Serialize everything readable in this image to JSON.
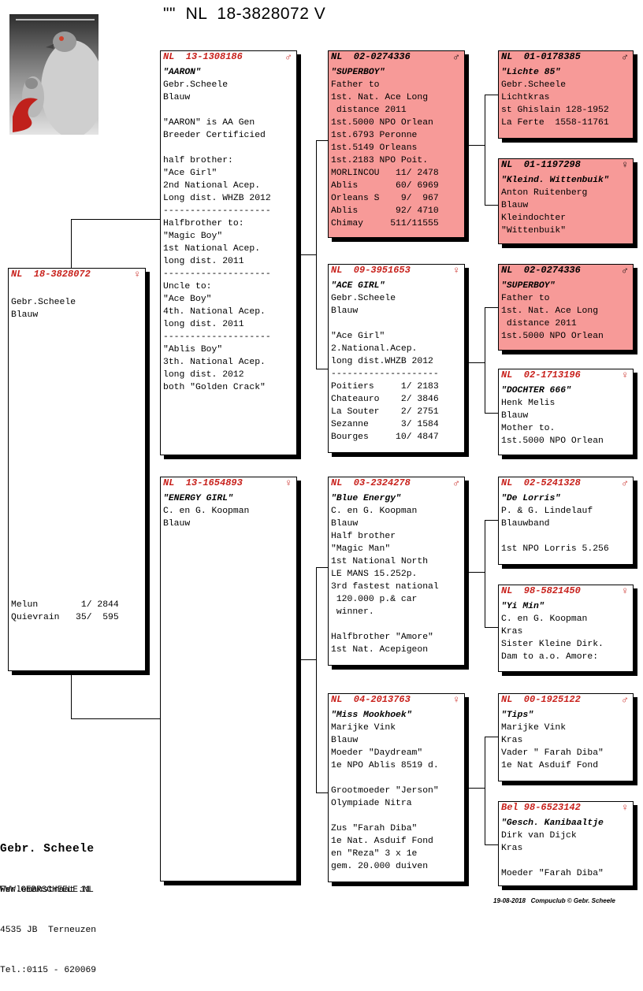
{
  "title": "\"\"  NL  18-3828072 V",
  "breeder": {
    "name": "Gebr. Scheele",
    "lines": [
      "Ferlemanstraat 11",
      "4535 JB  Terneuzen",
      "Tel.:0115 - 620069"
    ],
    "website": "WWW.GEBRSCHEELE.NL"
  },
  "footer": "19-08-2018   Compuclub © Gebr. Scheele",
  "pigeons": {
    "p0": {
      "ring": "NL  18-3828072",
      "sex": "♀",
      "name": "",
      "lines": [
        "Gebr.Scheele",
        "Blauw",
        "",
        "",
        "",
        "",
        "",
        "",
        "",
        "",
        "",
        "",
        "",
        "",
        "",
        "",
        "",
        "",
        "",
        "",
        "",
        "",
        "",
        "",
        "Melun        1/ 2844",
        "Quievrain   35/  595"
      ]
    },
    "p1": {
      "ring": "NL  13-1308186",
      "sex": "♂",
      "name": "\"AARON\"",
      "lines": [
        "Gebr.Scheele",
        "Blauw",
        "",
        "\"AARON\" is AA Gen",
        "Breeder Certificied",
        "",
        "half brother:",
        "\"Ace Girl\"",
        "2nd National Acep.",
        "Long dist. WHZB 2012",
        "--------------------",
        "Halfbrother to:",
        "\"Magic Boy\"",
        "1st National Acep.",
        "long dist. 2011",
        "--------------------",
        "Uncle to:",
        "\"Ace Boy\"",
        "4th. National Acep.",
        "long dist. 2011",
        "--------------------",
        "\"Ablis Boy\"",
        "3th. National Acep.",
        "long dist. 2012",
        "both \"Golden Crack\""
      ]
    },
    "p2": {
      "ring": "NL  13-1654893",
      "sex": "♀",
      "name": "\"ENERGY GIRL\"",
      "lines": [
        "C. en G. Koopman",
        "Blauw"
      ]
    },
    "p3": {
      "ring": "NL  02-0274336",
      "sex": "♂",
      "name": "\"SUPERBOY\"",
      "lines": [
        "Father to",
        "1st. Nat. Ace Long",
        " distance 2011",
        "1st.5000 NPO Orlean",
        "1st.6793 Peronne",
        "1st.5149 Orleans",
        "1st.2183 NPO Poit.",
        "MORLINCOU   11/ 2478",
        "Ablis       60/ 6969",
        "Orleans S    9/  967",
        "Ablis       92/ 4710",
        "Chimay     511/11555"
      ]
    },
    "p4": {
      "ring": "NL  09-3951653",
      "sex": "♀",
      "name": "\"ACE GIRL\"",
      "lines": [
        "Gebr.Scheele",
        "Blauw",
        "",
        "\"Ace Girl\"",
        "2.National.Acep.",
        "long dist.WHZB 2012",
        "--------------------",
        "Poitiers     1/ 2183",
        "Chateauro    2/ 3846",
        "La Souter    2/ 2751",
        "Sezanne      3/ 1584",
        "Bourges     10/ 4847"
      ]
    },
    "p5": {
      "ring": "NL  03-2324278",
      "sex": "♂",
      "name": "\"Blue Energy\"",
      "lines": [
        "C. en G. Koopman",
        "Blauw",
        "Half brother",
        "\"Magic Man\"",
        "1st National North",
        "LE MANS 15.252p.",
        "3rd fastest national",
        " 120.000 p.& car",
        " winner.",
        "",
        "Halfbrother \"Amore\"",
        "1st Nat. Acepigeon"
      ]
    },
    "p6": {
      "ring": "NL  04-2013763",
      "sex": "♀",
      "name": "\"Miss Mookhoek\"",
      "lines": [
        "Marijke Vink",
        "Blauw",
        "Moeder \"Daydream\"",
        "1e NPO Ablis 8519 d.",
        "",
        "Grootmoeder \"Jerson\"",
        "Olympiade Nitra",
        "",
        "Zus \"Farah Diba\"",
        "1e Nat. Asduif Fond",
        "en \"Reza\" 3 x 1e",
        "gem. 20.000 duiven"
      ]
    },
    "p7": {
      "ring": "NL  01-0178385",
      "sex": "♂",
      "name": "\"Lichte 85\"",
      "lines": [
        "Gebr.Scheele",
        "Lichtkras",
        "st Ghislain 128-1952",
        "La Ferte  1558-11761"
      ]
    },
    "p8": {
      "ring": "NL  01-1197298",
      "sex": "♀",
      "name": "\"Kleind. Wittenbuik\"",
      "lines": [
        "Anton Ruitenberg",
        "Blauw",
        "Kleindochter",
        "\"Wittenbuik\""
      ]
    },
    "p9": {
      "ring": "NL  02-0274336",
      "sex": "♂",
      "name": "\"SUPERBOY\"",
      "lines": [
        "Father to",
        "1st. Nat. Ace Long",
        " distance 2011",
        "1st.5000 NPO Orlean"
      ]
    },
    "p10": {
      "ring": "NL  02-1713196",
      "sex": "♀",
      "name": "\"DOCHTER 666\"",
      "lines": [
        "Henk Melis",
        "Blauw",
        "Mother to.",
        "1st.5000 NPO Orlean"
      ]
    },
    "p11": {
      "ring": "NL  02-5241328",
      "sex": "♂",
      "name": "\"De Lorris\"",
      "lines": [
        "P. & G. Lindelauf",
        "Blauwband",
        "",
        "1st NPO Lorris 5.256"
      ]
    },
    "p12": {
      "ring": "NL  98-5821450",
      "sex": "♀",
      "name": "\"Yi Min\"",
      "lines": [
        "C. en G. Koopman",
        "Kras",
        "Sister Kleine Dirk.",
        "Dam to a.o. Amore:"
      ]
    },
    "p13": {
      "ring": "NL  00-1925122",
      "sex": "♂",
      "name": "\"Tips\"",
      "lines": [
        "Marijke Vink",
        "Kras",
        "Vader \" Farah Diba\"",
        "1e Nat Asduif Fond"
      ]
    },
    "p14": {
      "ring": "Bel 98-6523142",
      "sex": "♀",
      "name": "\"Gesch. Kanibaaltje",
      "lines": [
        "Dirk van Dijck",
        "Kras",
        "",
        "Moeder \"Farah Diba\""
      ]
    }
  },
  "colors": {
    "ring_red": "#c8211c",
    "highlight_box": "#f79a98"
  },
  "icons": {
    "logo": "pigeon-logo",
    "male": "male-symbol-icon",
    "female": "female-symbol-icon"
  }
}
